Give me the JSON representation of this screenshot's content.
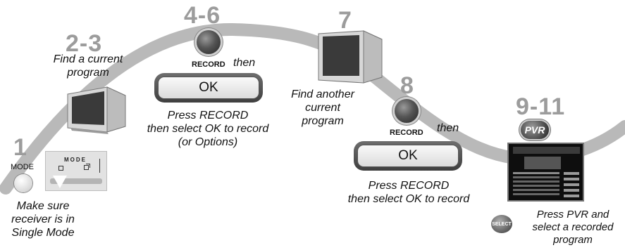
{
  "steps": {
    "s1": "1",
    "s2_3": "2-3",
    "s4_6": "4-6",
    "s7": "7",
    "s8": "8",
    "s9_11": "9-11"
  },
  "mode_label": "MODE",
  "mode_panel_label": "MODE",
  "captions": {
    "single_mode": [
      "Make sure",
      "receiver is in",
      "Single Mode"
    ],
    "find_current": [
      "Find a current",
      "program"
    ],
    "press_record_options": [
      "Press RECORD",
      "then select OK to record",
      "(or Options)"
    ],
    "find_another": [
      "Find another",
      "current",
      "program"
    ],
    "press_record": [
      "Press RECORD",
      "then select OK to record"
    ],
    "press_pvr": [
      "Press PVR and",
      "select a recorded",
      "program"
    ]
  },
  "record_label": "RECORD",
  "then_label": "then",
  "ok_label": "OK",
  "pvr_label": "PVR",
  "select_label": "SELECT",
  "colors": {
    "path": "#b9b9b9",
    "step_numbers": "#9c9c9c",
    "button_dark": "#3f3f3f"
  }
}
